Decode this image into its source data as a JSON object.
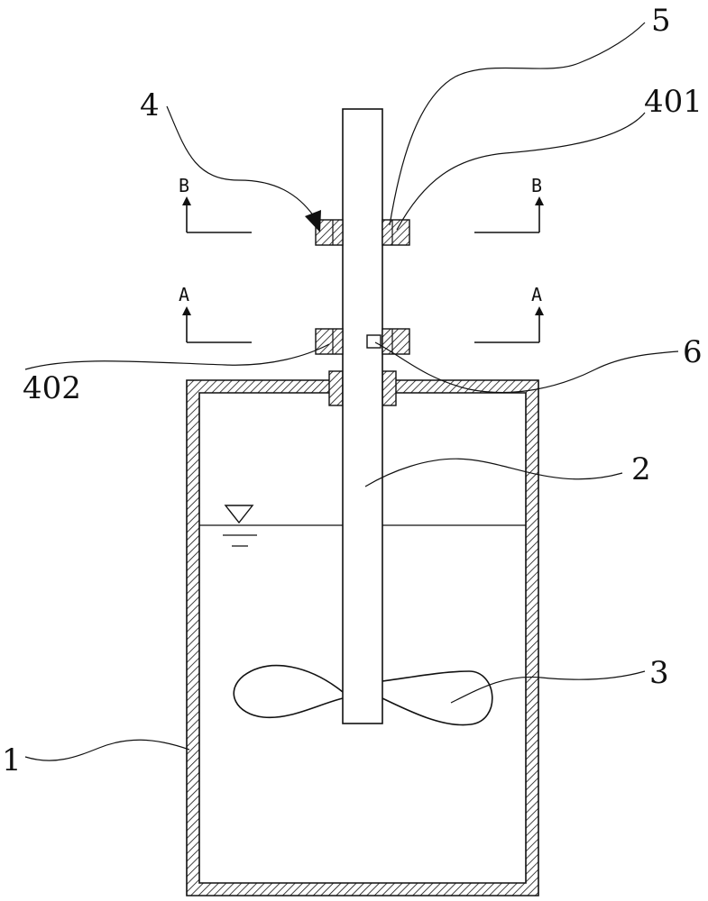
{
  "labels": {
    "l1": "1",
    "l2": "2",
    "l3": "3",
    "l4": "4",
    "l5": "5",
    "l6": "6",
    "l401": "401",
    "l402": "402"
  },
  "sections": {
    "a_left": "A",
    "a_right": "A",
    "b_left": "B",
    "b_right": "B"
  }
}
